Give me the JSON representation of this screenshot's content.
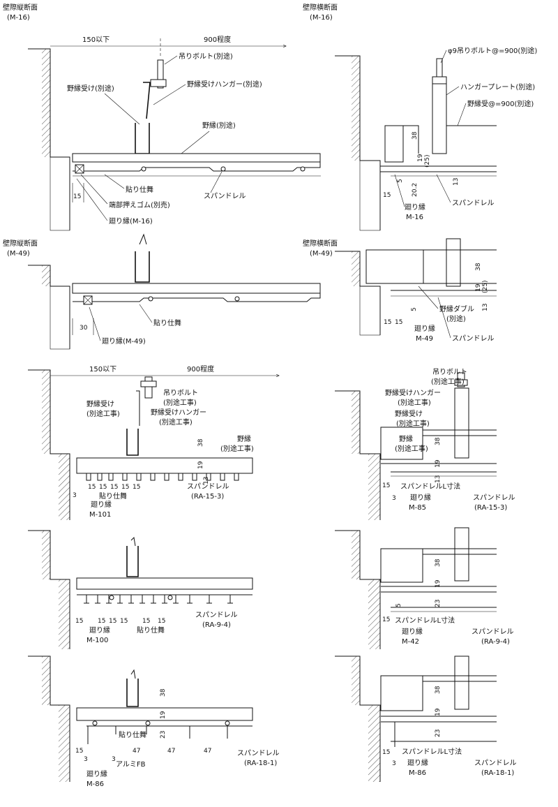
{
  "sections": {
    "s1": {
      "title": "壁際縦断面",
      "code": "(M-16)",
      "dim_left": "150以下",
      "dim_right": "900程度",
      "bolt": "吊りボルト(別途)",
      "receiver": "野縁受け(別途)",
      "hanger": "野縁受けハンガー(別途)",
      "furring": "野縁(別途)",
      "finish": "貼り仕舞",
      "rubber": "端部押えゴム(別売)",
      "spandrel": "スパンドレル",
      "trim": "廻り縁(M-16)",
      "d15": "15"
    },
    "s2": {
      "title": "壁際横断面",
      "code": "(M-16)",
      "bolt": "φ9吊りボルト@=900(別途)",
      "plate": "ハンガープレート(別途)",
      "receiver": "野縁受@=900(別途)",
      "d38": "38",
      "d19": "19",
      "d25": "(25)",
      "d13": "13",
      "d5": "5",
      "d20": "20.2",
      "d15": "15",
      "trim": "廻り縁",
      "trim_code": "M-16",
      "spandrel": "スパンドレル"
    },
    "s3": {
      "title": "壁際縦断面",
      "code": "(M-49)",
      "finish": "貼り仕舞",
      "trim": "廻り縁(M-49)",
      "d30": "30"
    },
    "s4": {
      "title": "壁際横断面",
      "code": "(M-49)",
      "d38": "38",
      "d19": "19",
      "d25": "(25)",
      "d13": "13",
      "d5": "5",
      "d15a": "15",
      "d15b": "15",
      "double": "野縁ダブル",
      "double_note": "(別途)",
      "trim": "廻り縁",
      "trim_code": "M-49",
      "spandrel": "スパンドレル"
    },
    "s5": {
      "dim_left": "150以下",
      "dim_right": "900程度",
      "bolt": "吊りボルト",
      "bolt_note": "(別途工事)",
      "receiver": "野縁受け",
      "receiver_note": "(別途工事)",
      "hanger": "野縁受けハンガー",
      "hanger_note": "(別途工事)",
      "furring": "野縁",
      "furring_note": "(別途工事)",
      "d38": "38",
      "d19": "19",
      "d13": "13",
      "d3": "3",
      "d15s": [
        "15",
        "15",
        "15",
        "15",
        "15"
      ],
      "finish": "貼り仕舞",
      "trim": "廻り縁",
      "trim_code": "M-101",
      "spandrel": "スパンドレル",
      "spandrel_code": "(RA-15-3)"
    },
    "s6": {
      "bolt": "吊りボルト",
      "bolt_note": "(別途工事)",
      "hanger": "野縁受けハンガー",
      "hanger_note": "(別途工事)",
      "receiver": "野縁受け",
      "receiver_note": "(別途工事)",
      "furring": "野縁",
      "furring_note": "(別途工事)",
      "d38": "38",
      "d19": "19",
      "d13": "13",
      "d15": "15",
      "d3": "3",
      "length": "スパンドレルL寸法",
      "trim": "廻り縁",
      "trim_code": "M-85",
      "spandrel": "スパンドレル",
      "spandrel_code": "(RA-15-3)"
    },
    "s7": {
      "d15s": [
        "15",
        "15",
        "15",
        "15",
        "15",
        "15"
      ],
      "trim": "廻り縁",
      "trim_code": "M-100",
      "finish": "貼り仕舞",
      "spandrel": "スパンドレル",
      "spandrel_code": "(RA-9-4)"
    },
    "s8": {
      "d38": "38",
      "d19": "19",
      "d23": "23",
      "d5": "5",
      "d15": "15",
      "length": "スパンドレルL寸法",
      "trim": "廻り縁",
      "trim_code": "M-42",
      "spandrel": "スパンドレル",
      "spandrel_code": "(RA-9-4)"
    },
    "s9": {
      "d38": "38",
      "d19": "19",
      "d23": "23",
      "d15": "15",
      "d3a": "3",
      "d3b": "3",
      "d47s": [
        "47",
        "47",
        "47"
      ],
      "finish": "貼り仕舞",
      "alu": "アルミFB",
      "trim": "廻り縁",
      "trim_code": "M-86",
      "spandrel": "スパンドレル",
      "spandrel_code": "(RA-18-1)"
    },
    "s10": {
      "d38": "38",
      "d19": "19",
      "d23": "23",
      "d15": "15",
      "d3": "3",
      "length": "スパンドレルL寸法",
      "trim": "廻り縁",
      "trim_code": "M-86",
      "spandrel": "スパンドレル",
      "spandrel_code": "(RA-18-1)"
    }
  }
}
